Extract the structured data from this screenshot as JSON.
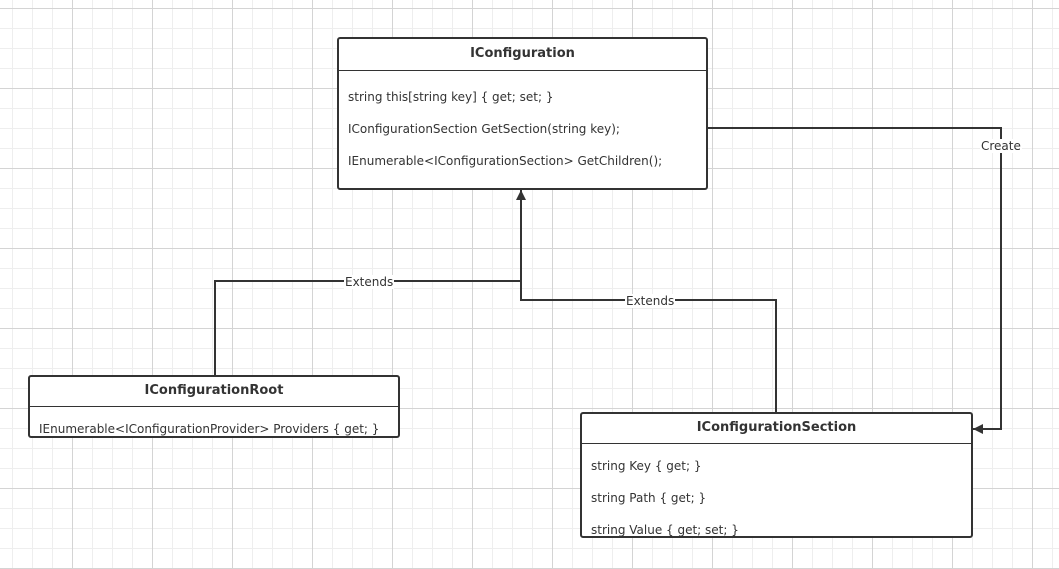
{
  "classes": {
    "iconfiguration": {
      "name": "IConfiguration",
      "members": [
        "string this[string key] { get; set; }",
        "IConfigurationSection GetSection(string key);",
        "IEnumerable<IConfigurationSection> GetChildren();"
      ]
    },
    "iconfiguration_root": {
      "name": "IConfigurationRoot",
      "members": [
        "IEnumerable<IConfigurationProvider> Providers { get; }"
      ]
    },
    "iconfiguration_section": {
      "name": "IConfigurationSection",
      "members": [
        "string Key { get; }",
        "string Path { get; }",
        "string Value { get; set; }"
      ]
    }
  },
  "edges": {
    "root_extends_label": "Extends",
    "section_extends_label": "Extends",
    "create_label": "Create"
  },
  "colors": {
    "line": "#333333",
    "background": "#ffffff",
    "grid": "#d4d4d4"
  }
}
